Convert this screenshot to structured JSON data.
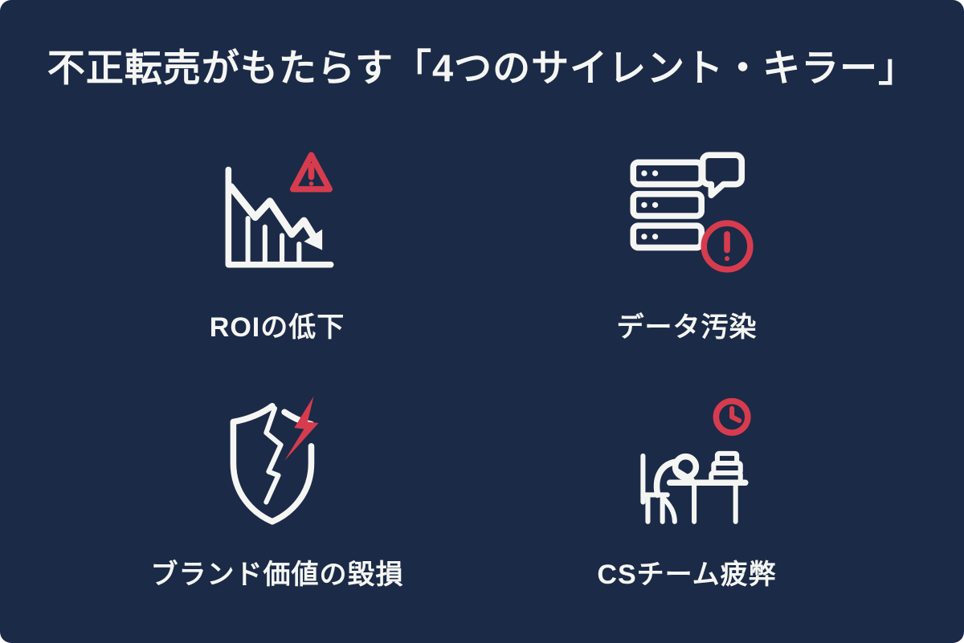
{
  "title": "不正転売がもたらす「4つのサイレント・キラー」",
  "colors": {
    "background": "#1b2a47",
    "text": "#f5f6f3",
    "accent_red": "#d63c4e"
  },
  "items": [
    {
      "label": "ROIの低下",
      "icon": "declining-chart-warning-icon"
    },
    {
      "label": "データ汚染",
      "icon": "database-alert-icon"
    },
    {
      "label": "ブランド価値の毀損",
      "icon": "broken-shield-lightning-icon"
    },
    {
      "label": "CSチーム疲弊",
      "icon": "tired-worker-clock-icon"
    }
  ]
}
